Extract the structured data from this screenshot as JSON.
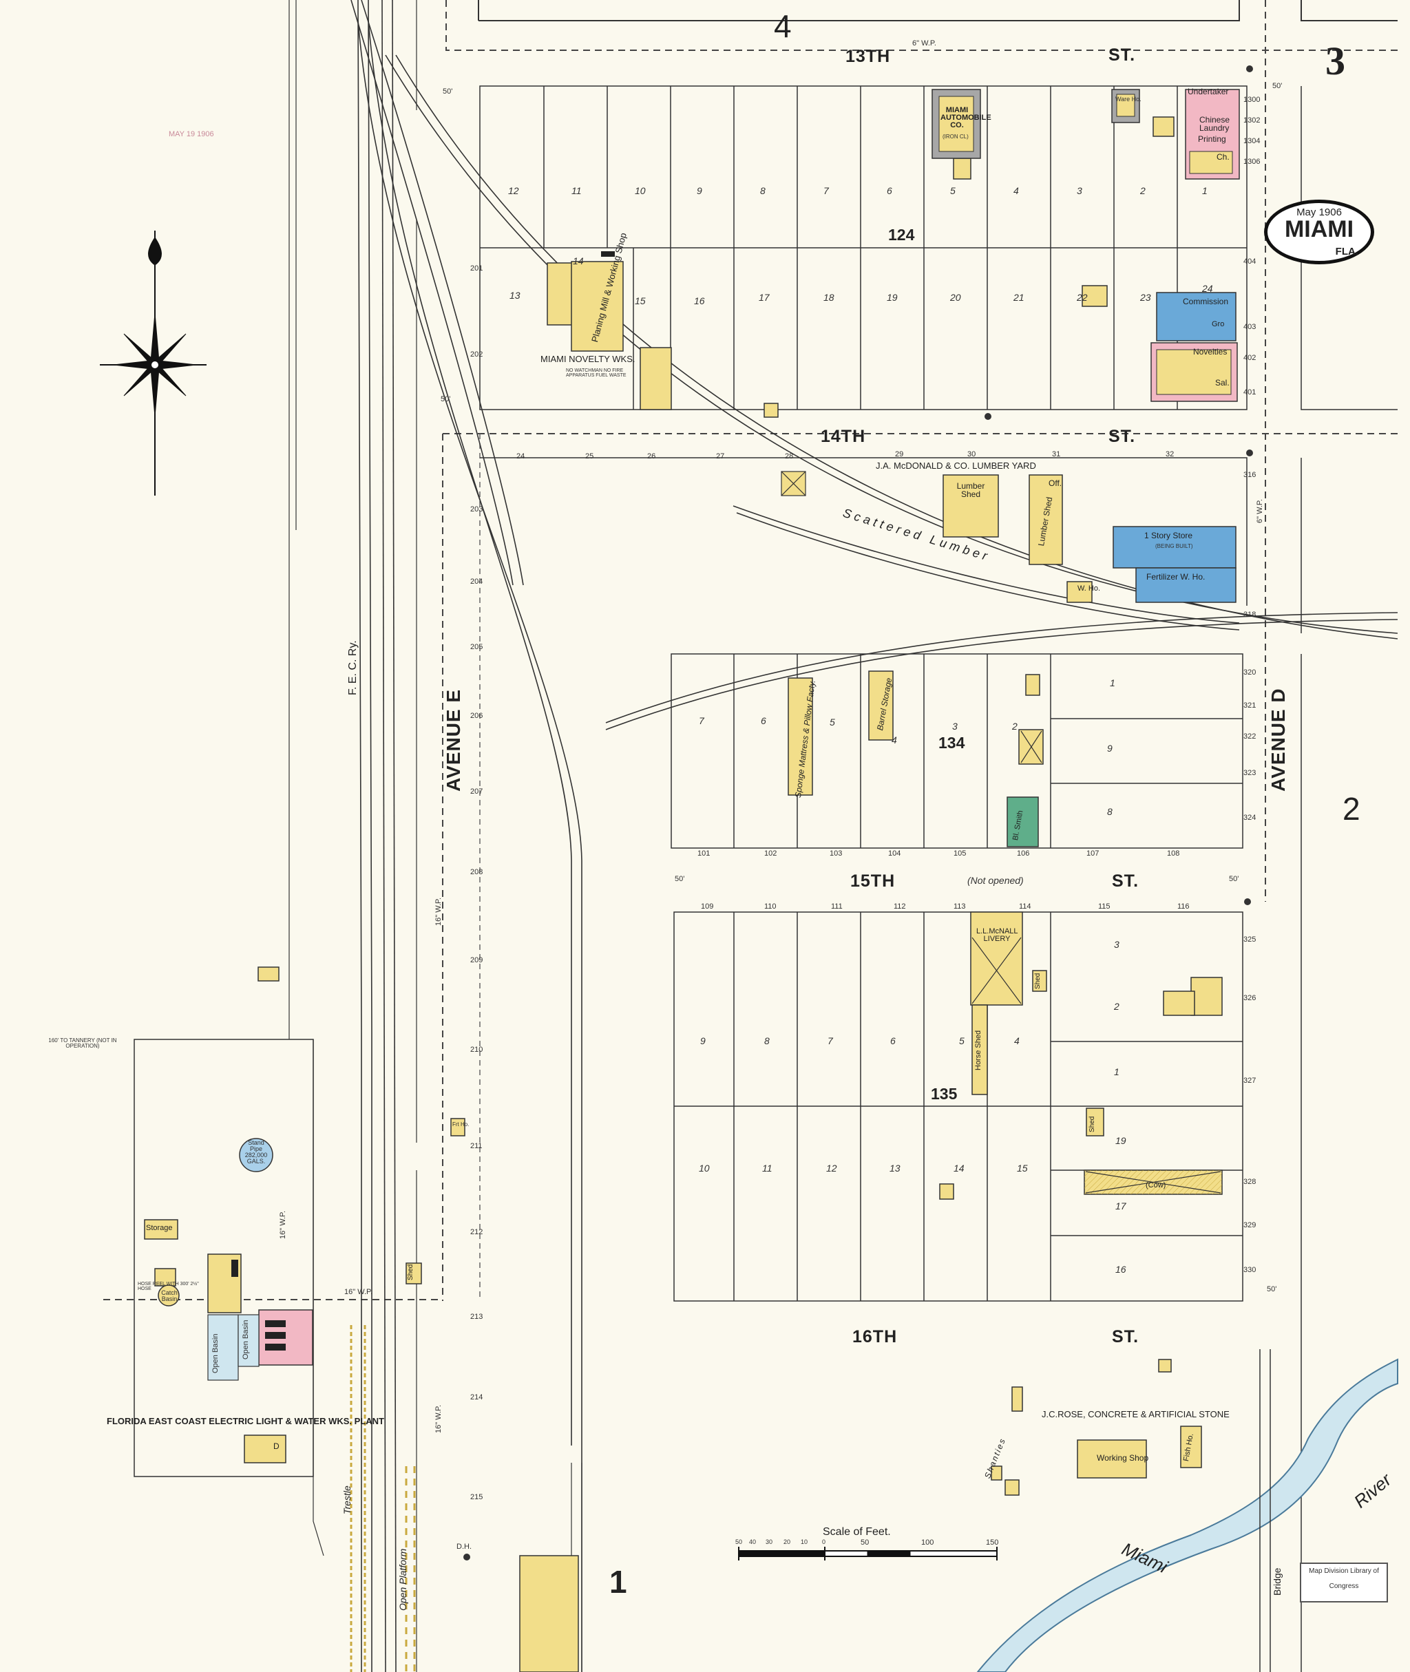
{
  "sheet": {
    "page_number": "3",
    "adjacent_sheets": {
      "top": "4",
      "right": "2",
      "bottom": "1"
    },
    "date": "May 1906",
    "city": "MIAMI",
    "state": "FLA.",
    "stamp_text": "Map Division Library of Congress",
    "faint_stamp": "MAY 19 1906"
  },
  "streets": {
    "st13": "13TH",
    "st14": "14TH",
    "st15": "15TH",
    "st16": "16TH",
    "st_word": "ST.",
    "not_opened": "(Not opened)",
    "avenue_e": "AVENUE  E",
    "avenue_d": "AVENUE  D",
    "fec_ry": "F. E. C. Ry.",
    "river": "River",
    "miami": "Miami",
    "bridge": "Bridge",
    "trestle": "Trestle",
    "open_platform": "Open Platform"
  },
  "blocks": [
    "124",
    "134",
    "135"
  ],
  "water_pipe_labels": [
    "6\" W.P.",
    "16\" W.P.",
    "16\" W.P.",
    "16\" W.P.",
    "16\" W.P.",
    "6\" W.P."
  ],
  "distances": [
    "50'",
    "50'",
    "50'",
    "50'",
    "50'",
    "50'"
  ],
  "buildings": {
    "miami_automobile": "MIAMI AUTOMOBILE CO.",
    "iron_clad": "(IRON CL)",
    "ware_ho": "Ware Ho.",
    "undertaker": "Undertaker",
    "chinese_laundry": "Chinese Laundry",
    "printing": "Printing",
    "ch": "Ch.",
    "commission": "Commission",
    "gro": "Gro",
    "novelties": "Novelties",
    "sal": "Sal.",
    "planing_mill": "Planing Mill & Working Shop",
    "miami_novelty": "MIAMI NOVELTY WKS.",
    "novelty_note": "NO WATCHMAN NO FIRE APPARATUS FUEL WASTE",
    "lumber_yard": "J.A. McDONALD & CO. LUMBER YARD",
    "lumber_shed": "Lumber Shed",
    "lumber_shed2": "Lumber Shed",
    "off": "Off.",
    "story_store": "1 Story Store",
    "being_built": "(BEING BUILT)",
    "fertilizer": "Fertilizer W. Ho.",
    "w_ho": "W. Ho.",
    "scattered_lumber": "Scattered Lumber",
    "barrel_storage": "Barrel Storage",
    "sponge_mattress": "Sponge Mattress & Pillow Facty.",
    "bl_smith": "Bl. Smith",
    "livery": "L.L.McNALL LIVERY",
    "horse_shed": "Horse Shed",
    "shed": "Shed",
    "shed2": "Shed",
    "shed3": "Shed",
    "cow": "(Cow)",
    "rose_concrete": "J.C.ROSE, CONCRETE & ARTIFICIAL STONE",
    "working_shop": "Working Shop",
    "fish_ho": "Fish Ho.",
    "shanties": "Shanties",
    "storage": "Storage",
    "stand_pipe": "Stand Pipe 282,000 GALS.",
    "open_basin": "Open Basin",
    "open_basin2": "Open Basin",
    "catch_basin": "Catch Basin",
    "hose_reel": "HOSE REEL WITH 300' 2½\" HOSE",
    "electric_plant": "FLORIDA EAST COAST ELECTRIC LIGHT & WATER WKS. PLANT",
    "tannery": "160' TO TANNERY (NOT IN OPERATION)",
    "frt_ho": "Frt Ho.",
    "d_label": "D",
    "dh": "D.H."
  },
  "scale": {
    "title": "Scale of Feet.",
    "ticks": [
      "50",
      "40",
      "30",
      "20",
      "10",
      "0",
      "50",
      "100",
      "150"
    ]
  },
  "lots": {
    "row124_top": [
      "12",
      "11",
      "10",
      "9",
      "8",
      "7",
      "6",
      "5",
      "4",
      "3",
      "2",
      "1"
    ],
    "row124_bottom": [
      "13",
      "14",
      "15",
      "16",
      "17",
      "18",
      "19",
      "20",
      "21",
      "22",
      "23",
      "24"
    ],
    "row14_addr": [
      "24",
      "25",
      "26",
      "27",
      "28",
      "29",
      "30",
      "31",
      "32"
    ],
    "block134": [
      "7",
      "6",
      "5",
      "4",
      "3",
      "2",
      "1",
      "9",
      "8"
    ],
    "block134_addr": [
      "101",
      "102",
      "103",
      "104",
      "105",
      "106",
      "107",
      "108"
    ],
    "block135_top": [
      "109",
      "110",
      "111",
      "112",
      "113",
      "114",
      "115",
      "116"
    ],
    "block135": [
      "9",
      "8",
      "7",
      "6",
      "5",
      "4",
      "3",
      "2",
      "1",
      "10",
      "11",
      "12",
      "13",
      "14",
      "15",
      "19",
      "17",
      "16"
    ],
    "ave_e_addr": [
      "201",
      "202",
      "203",
      "204",
      "205",
      "206",
      "207",
      "208",
      "209",
      "210",
      "211",
      "212",
      "213",
      "214",
      "215"
    ],
    "ave_d_addr": [
      "1300",
      "1302",
      "1304",
      "1306",
      "404",
      "403",
      "402",
      "401",
      "316",
      "318",
      "320",
      "321",
      "322",
      "323",
      "324",
      "325",
      "326",
      "327",
      "328",
      "329",
      "330"
    ]
  },
  "colors": {
    "paper": "#fbf9ee",
    "frame_yellow": "#f2de8a",
    "brick_pink": "#f2b8c4",
    "stone_blue": "#6aa9d8",
    "iron_gray": "#a7a7a7",
    "adobe_green": "#5fae8a",
    "water_blue": "#cfe6ef"
  }
}
